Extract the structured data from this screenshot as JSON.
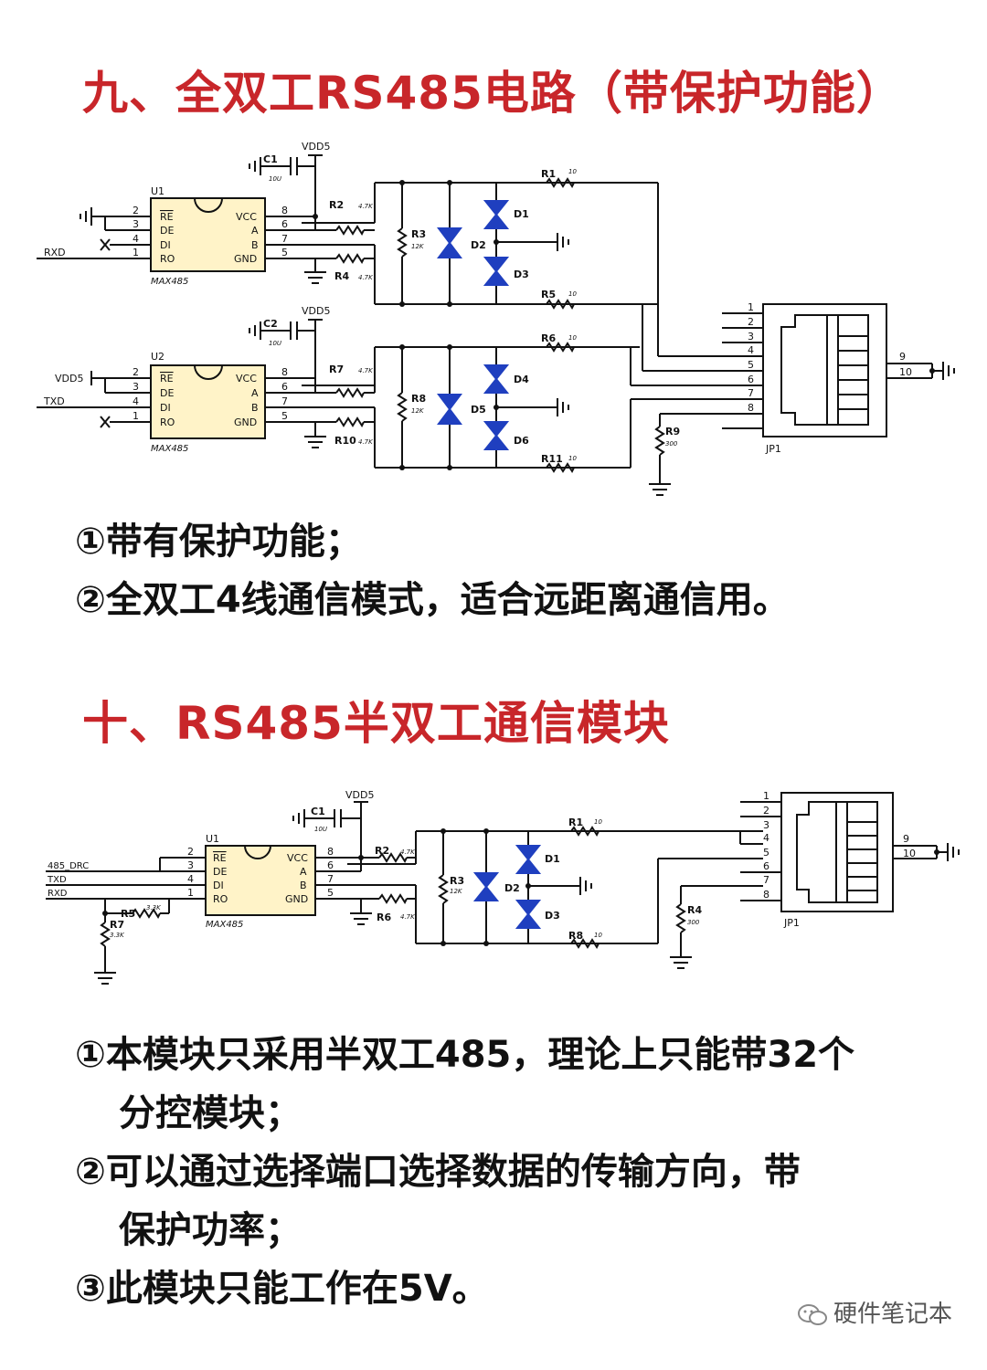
{
  "section9": {
    "title": "九、全双工RS485电路（带保护功能）",
    "notes": [
      "①带有保护功能；",
      "②全双工4线通信模式，适合远距离通信用。"
    ],
    "labels": {
      "vdd": "VDD5",
      "vdd_in": "VDD5",
      "rxd": "RXD",
      "txd": "TXD",
      "c1": "C1",
      "c2": "C2",
      "cap_val": "10U",
      "u1": "U1",
      "u2": "U2",
      "chip": "MAX485",
      "re": "RE",
      "de": "DE",
      "di": "DI",
      "ro": "RO",
      "vcc": "VCC",
      "a": "A",
      "b": "B",
      "gnd": "GND",
      "r1": "R1",
      "r2": "R2",
      "r3": "R3",
      "r4": "R4",
      "r5": "R5",
      "r6": "R6",
      "r7": "R7",
      "r8": "R8",
      "r9": "R9",
      "r10": "R10",
      "r11": "R11",
      "val_10": "10",
      "val_4k7": "4.7K",
      "val_12k": "12K",
      "val_300": "300",
      "d1": "D1",
      "d2": "D2",
      "d3": "D3",
      "d4": "D4",
      "d5": "D5",
      "d6": "D6",
      "jp": "JP1",
      "p1": "1",
      "p2": "2",
      "p3": "3",
      "p4": "4",
      "p5": "5",
      "p6": "6",
      "p7": "7",
      "p8": "8",
      "p9": "9",
      "p10": "10"
    }
  },
  "section10": {
    "title": "十、RS485半双工通信模块",
    "notes": [
      "①本模块只采用半双工485，理论上只能带32个",
      "分控模块；",
      "②可以通过选择端口选择数据的传输方向，带",
      "保护功率；",
      "③此模块只能工作在5V。"
    ],
    "labels": {
      "vdd": "VDD5",
      "drc": "485_DRC",
      "txd": "TXD",
      "rxd": "RXD",
      "c1": "C1",
      "cap_val": "10U",
      "u1": "U1",
      "chip": "MAX485",
      "re": "RE",
      "de": "DE",
      "di": "DI",
      "ro": "RO",
      "vcc": "VCC",
      "a": "A",
      "b": "B",
      "gnd": "GND",
      "r1": "R1",
      "r2": "R2",
      "r3": "R3",
      "r4": "R4",
      "r5": "R5",
      "r6": "R6",
      "r7": "R7",
      "r8": "R8",
      "val_10": "10",
      "val_4k7": "4.7K",
      "val_12k": "12K",
      "val_300": "300",
      "val_3k3": "3.3K",
      "d1": "D1",
      "d2": "D2",
      "d3": "D3",
      "jp": "JP1",
      "p1": "1",
      "p2": "2",
      "p3": "3",
      "p4": "4",
      "p5": "5",
      "p6": "6",
      "p7": "7",
      "p8": "8",
      "p9": "9",
      "p10": "10"
    }
  },
  "footer": {
    "account": "硬件笔记本",
    "icon": "wechat-icon"
  },
  "colors": {
    "title": "#c8262a",
    "diode": "#1f3fbf",
    "wire": "#111111"
  }
}
